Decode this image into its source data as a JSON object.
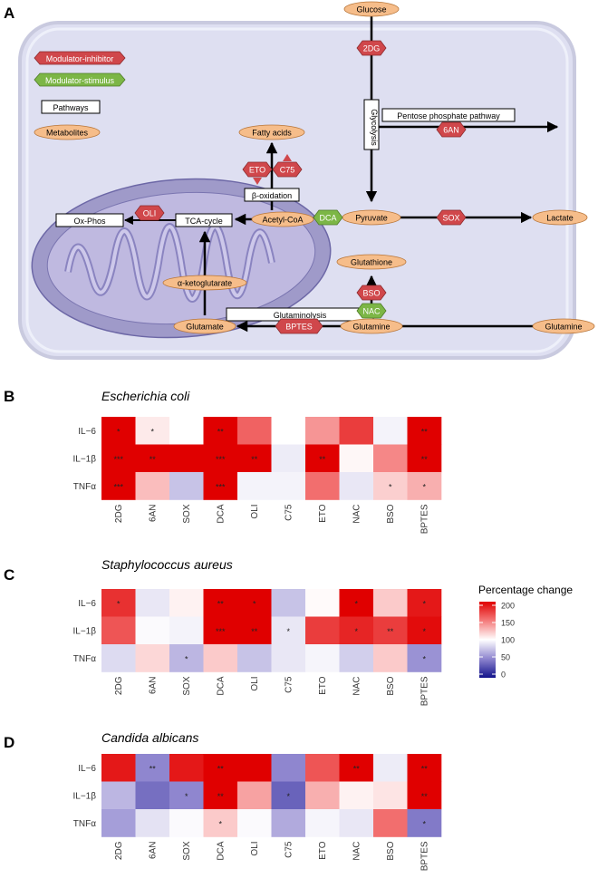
{
  "panelA": {
    "letter": "A",
    "legend": {
      "inhibitor": "Modulator-inhibitor",
      "stimulus": "Modulator-stimulus",
      "pathways": "Pathways",
      "metabolites": "Metabolites"
    },
    "metabolites": {
      "glucose": "Glucose",
      "fatty_acids": "Fatty acids",
      "acetyl_coa": "Acetyl-CoA",
      "pyruvate": "Pyruvate",
      "lactate": "Lactate",
      "glutathione": "Glutathione",
      "akg": "α-ketoglutarate",
      "glutamate": "Glutamate",
      "glutamine_in": "Glutamine",
      "glutamine_out": "Glutamine"
    },
    "pathways": {
      "glycolysis": "Glycolysis",
      "ppp": "Pentose phosphate pathway",
      "beta_ox": "β-oxidation",
      "tca": "TCA-cycle",
      "oxphos": "Ox-Phos",
      "glutaminolysis": "Glutaminolysis"
    },
    "modulators": {
      "twodg": "2DG",
      "sixan": "6AN",
      "eto": "ETO",
      "c75": "C75",
      "oli": "OLI",
      "dca": "DCA",
      "sox": "SOX",
      "bso": "BSO",
      "nac": "NAC",
      "bptes": "BPTES"
    },
    "colors": {
      "inhibitor": "#d0474b",
      "stimulus": "#7cb646",
      "metabolite": "#f6bd8a",
      "cell": "#dcdcf0",
      "mito": "#a9a4d0"
    }
  },
  "heatmaps": {
    "columns": [
      "2DG",
      "6AN",
      "SOX",
      "DCA",
      "OLI",
      "C75",
      "ETO",
      "NAC",
      "BSO",
      "BPTES"
    ],
    "rows": [
      "IL−6",
      "IL−1β",
      "TNFα"
    ],
    "legend": {
      "title": "Percentage change",
      "ticks": [
        "200",
        "150",
        "100",
        "50",
        "0"
      ],
      "colors": [
        "#b00000",
        "#ff3030",
        "#ffffff",
        "#6a5acd",
        "#00008b"
      ]
    }
  },
  "chart_data": [
    {
      "type": "heatmap",
      "panel": "B",
      "title": "Escherichia coli",
      "x": [
        "2DG",
        "6AN",
        "SOX",
        "DCA",
        "OLI",
        "C75",
        "ETO",
        "NAC",
        "BSO",
        "BPTES"
      ],
      "y": [
        "IL−6",
        "IL−1β",
        "TNFα"
      ],
      "values": [
        [
          200,
          108,
          100,
          200,
          160,
          100,
          140,
          175,
          95,
          200
        ],
        [
          200,
          200,
          200,
          200,
          200,
          92,
          200,
          103,
          145,
          200
        ],
        [
          200,
          125,
          75,
          200,
          95,
          95,
          155,
          90,
          118,
          130
        ]
      ],
      "annotations": [
        [
          "*",
          "*",
          "",
          "**",
          "",
          "",
          "",
          "",
          "",
          "**"
        ],
        [
          "***",
          "**",
          "",
          "***",
          "**",
          "",
          "**",
          "",
          "",
          "**"
        ],
        [
          "***",
          "",
          "",
          "***",
          "",
          "",
          "",
          "",
          "*",
          "*"
        ]
      ],
      "zlim": [
        0,
        200
      ]
    },
    {
      "type": "heatmap",
      "panel": "C",
      "title": "Staphylococcus aureus",
      "x": [
        "2DG",
        "6AN",
        "SOX",
        "DCA",
        "OLI",
        "C75",
        "ETO",
        "NAC",
        "BSO",
        "BPTES"
      ],
      "y": [
        "IL−6",
        "IL−1β",
        "TNFα"
      ],
      "values": [
        [
          180,
          90,
          105,
          200,
          200,
          75,
          102,
          200,
          120,
          190
        ],
        [
          165,
          98,
          95,
          200,
          200,
          90,
          175,
          185,
          175,
          195
        ],
        [
          85,
          115,
          70,
          120,
          75,
          90,
          96,
          80,
          120,
          55
        ]
      ],
      "annotations": [
        [
          "*",
          "",
          "",
          "**",
          "*",
          "",
          "",
          "*",
          "",
          "*"
        ],
        [
          "",
          "",
          "",
          "***",
          "**",
          "*",
          "",
          "*",
          "**",
          "*"
        ],
        [
          "",
          "",
          "*",
          "",
          "",
          "",
          "",
          "",
          "",
          "*"
        ]
      ],
      "zlim": [
        0,
        200
      ]
    },
    {
      "type": "heatmap",
      "panel": "D",
      "title": "Candida albicans",
      "x": [
        "2DG",
        "6AN",
        "SOX",
        "DCA",
        "OLI",
        "C75",
        "ETO",
        "NAC",
        "BSO",
        "BPTES"
      ],
      "y": [
        "IL−6",
        "IL−1β",
        "TNFα"
      ],
      "values": [
        [
          190,
          50,
          190,
          200,
          200,
          50,
          165,
          200,
          92,
          200
        ],
        [
          70,
          40,
          50,
          200,
          135,
          35,
          130,
          105,
          110,
          200
        ],
        [
          60,
          88,
          98,
          120,
          98,
          65,
          96,
          90,
          155,
          45
        ]
      ],
      "annotations": [
        [
          "",
          "**",
          "",
          "**",
          "",
          "",
          "",
          "**",
          "",
          "**"
        ],
        [
          "",
          "",
          "*",
          "**",
          "",
          "*",
          "",
          "",
          "",
          "**"
        ],
        [
          "",
          "",
          "",
          "*",
          "",
          "",
          "",
          "",
          "",
          "*"
        ]
      ],
      "zlim": [
        0,
        200
      ]
    }
  ]
}
